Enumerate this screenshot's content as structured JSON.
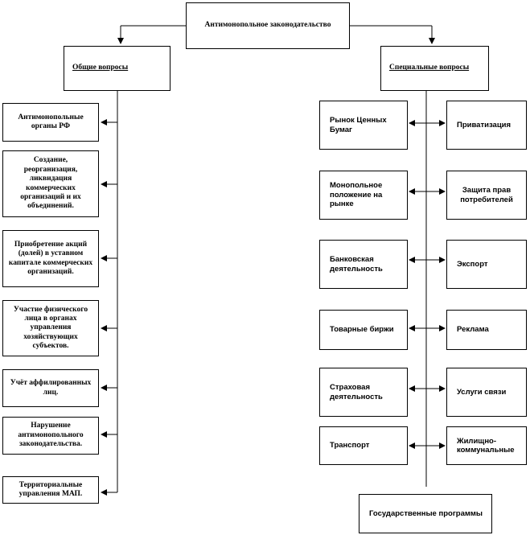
{
  "root": {
    "label": "Антимонопольное законодательство"
  },
  "general": {
    "title": "Общие вопросы",
    "items": [
      "Антимонопольные органы РФ",
      "Создание, реорганизация, ликвидация коммерческих организаций и их объединений.",
      "Приобретение акций (долей) в уставном капитале коммерческих организаций.",
      "Участие физического лица в органах управления хозяйствующих субъектов.",
      "Учёт аффилированных лиц.",
      "Нарушение антимонопольного законодательства.",
      "Территориальные управления МАП."
    ]
  },
  "special": {
    "title": "Специальные вопросы",
    "left_items": [
      "Рынок Ценных Бумаг",
      "Монопольное положение на рынке",
      "Банковская деятельность",
      "Товарные биржи",
      "Страховая деятельность",
      "Транспорт"
    ],
    "right_items": [
      "Приватизация",
      "Защита прав потребителей",
      "Экспорт",
      "Реклама",
      "Услуги связи",
      "Жилищно-коммунальные"
    ],
    "bottom_item": "Государственные программы"
  }
}
